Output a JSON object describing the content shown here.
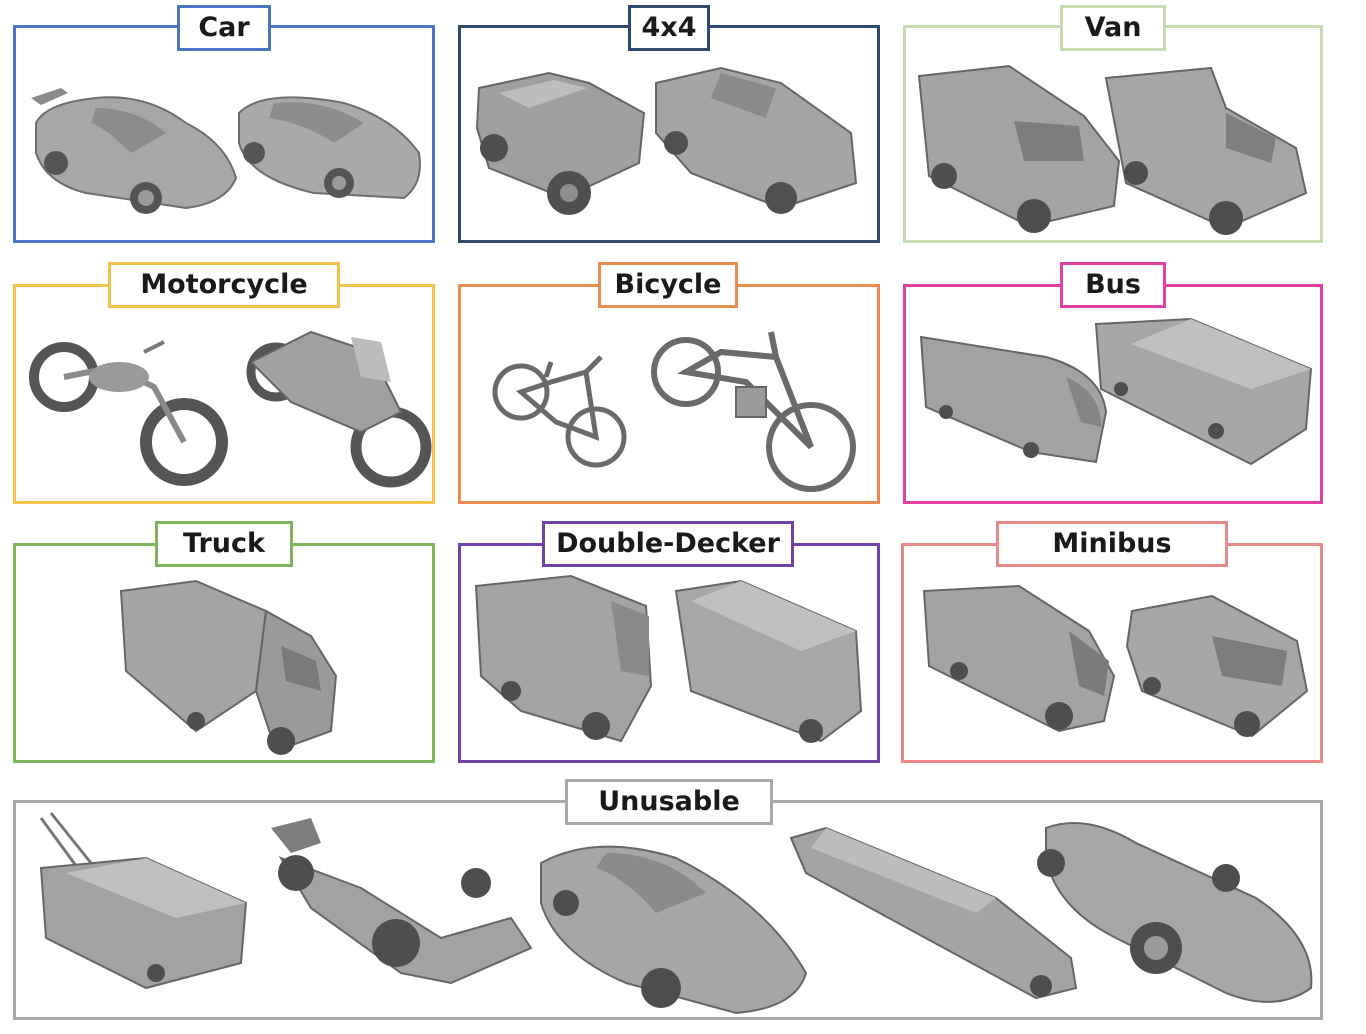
{
  "categories": [
    {
      "label": "Car",
      "color": "#4a74c4",
      "icons": [
        "sports-car-icon",
        "sedan-icon"
      ]
    },
    {
      "label": "4x4",
      "color": "#2e4a6e",
      "icons": [
        "military-4x4-icon",
        "pickup-truck-icon"
      ]
    },
    {
      "label": "Van",
      "color": "#c6dbb0",
      "icons": [
        "van-icon",
        "ambulance-van-icon"
      ]
    },
    {
      "label": "Motorcycle",
      "color": "#f2c14e",
      "icons": [
        "cruiser-motorcycle-icon",
        "sport-motorcycle-icon"
      ]
    },
    {
      "label": "Bicycle",
      "color": "#e88d4f",
      "icons": [
        "bmx-bicycle-icon",
        "vintage-motor-bicycle-icon"
      ]
    },
    {
      "label": "Bus",
      "color": "#e23fa0",
      "icons": [
        "coach-bus-icon",
        "city-bus-icon"
      ]
    },
    {
      "label": "Truck",
      "color": "#7fb55a",
      "icons": [
        "box-truck-icon"
      ]
    },
    {
      "label": "Double-Decker",
      "color": "#7142a8",
      "icons": [
        "double-decker-bus-icon",
        "double-decker-bus-icon"
      ]
    },
    {
      "label": "Minibus",
      "color": "#e98a8a",
      "icons": [
        "minibus-icon",
        "minivan-icon"
      ]
    }
  ],
  "unusable": {
    "label": "Unusable",
    "color": "#a8a8a8",
    "icons": [
      "trolleybus-icon",
      "formula-one-car-icon",
      "supercar-icon",
      "limousine-icon",
      "retro-race-car-icon"
    ]
  }
}
